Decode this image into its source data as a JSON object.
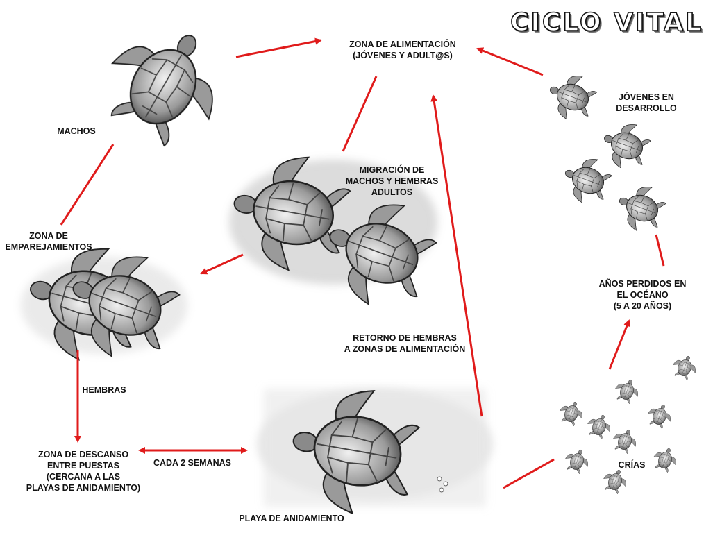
{
  "title": "CICLO VITAL",
  "labels": {
    "feeding_zone": "ZONA DE ALIMENTACIÓN\n(JÓVENES Y ADULT@S)",
    "males": "MACHOS",
    "mating_zone": "ZONA DE\nEMPAREJAMIENTOS",
    "females": "HEMBRAS",
    "rest_zone": "ZONA DE DESCANSO\nENTRE PUESTAS\n(CERCANA A LAS\nPLAYAS DE ANIDAMIENTO)",
    "every_two_weeks": "CADA 2 SEMANAS",
    "nesting_beach": "PLAYA DE ANIDAMIENTO",
    "migration": "MIGRACIÓN DE\nMACHOS Y HEMBRAS\nADULTOS",
    "female_return": "RETORNO DE HEMBRAS\nA ZONAS DE ALIMENTACIÓN",
    "juveniles": "JÓVENES EN\nDESARROLLO",
    "lost_years": "AÑOS PERDIDOS EN\nEL OCÉANO\n(5 A 20 AÑOS)",
    "hatchlings": "CRÍAS"
  },
  "colors": {
    "arrow": "#e01b1b",
    "shell_light": "#d9d9d9",
    "shell_dark": "#5a5a5a",
    "text": "#111111"
  }
}
